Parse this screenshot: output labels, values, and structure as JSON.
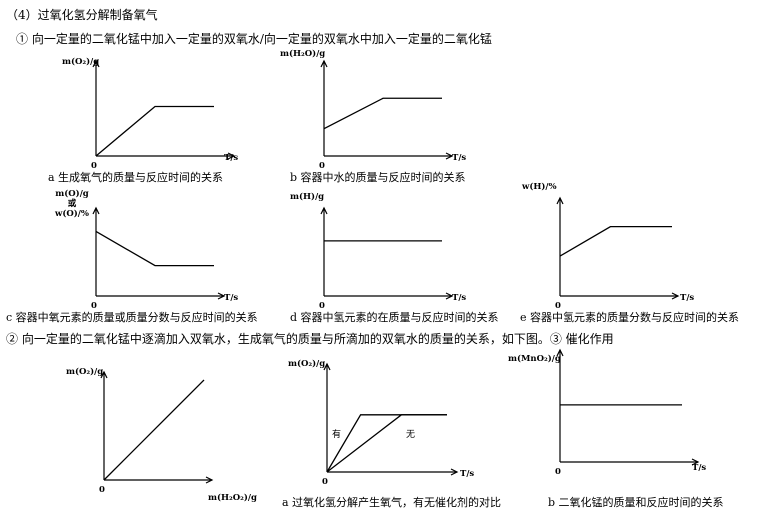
{
  "page": {
    "heading": "（4）过氧化氢分解制备氧气",
    "section1": "① 向一定量的二氧化锰中加入一定量的双氧水/向一定量的双氧水中加入一定量的二氧化锰",
    "section2": "② 向一定量的二氧化锰中逐滴加入双氧水，生成氧气的质量与所滴加的双氧水的质量的关系，如下图。③ 催化作用"
  },
  "chart_data": [
    {
      "id": "a",
      "type": "line",
      "ylabel": "m(O₂)/g",
      "xlabel": "T/s",
      "origin": "0",
      "caption": "a 生成氧气的质量与反应时间的关系",
      "xlim": [
        0,
        10
      ],
      "ylim": [
        0,
        10
      ],
      "series": [
        {
          "x": [
            0,
            5,
            10
          ],
          "y": [
            0,
            5.5,
            5.5
          ]
        }
      ]
    },
    {
      "id": "b",
      "type": "line",
      "ylabel": "m(H₂O)/g",
      "xlabel": "T/s",
      "origin": "0",
      "caption": "b 容器中水的质量与反应时间的关系",
      "xlim": [
        0,
        10
      ],
      "ylim": [
        0,
        10
      ],
      "series": [
        {
          "x": [
            0,
            5,
            10
          ],
          "y": [
            3.5,
            7.4,
            7.4
          ]
        }
      ]
    },
    {
      "id": "c",
      "type": "line",
      "ylabel_lines": [
        "m(O)/g",
        "或",
        "w(O)/%"
      ],
      "xlabel": "T/s",
      "origin": "0",
      "caption": "c 容器中氧元素的质量或质量分数与反应时间的关系",
      "xlim": [
        0,
        10
      ],
      "ylim": [
        0,
        10
      ],
      "series": [
        {
          "x": [
            0,
            5,
            10
          ],
          "y": [
            6.8,
            3.2,
            3.2
          ]
        }
      ]
    },
    {
      "id": "d",
      "type": "line",
      "ylabel": "m(H)/g",
      "xlabel": "T/s",
      "origin": "0",
      "caption": "d 容器中氢元素的在质量与反应时间的关系",
      "xlim": [
        0,
        10
      ],
      "ylim": [
        0,
        10
      ],
      "series": [
        {
          "x": [
            0,
            10
          ],
          "y": [
            5.8,
            5.8
          ]
        }
      ]
    },
    {
      "id": "e",
      "type": "line",
      "ylabel": "w(H)/%",
      "xlabel": "T/s",
      "origin": "0",
      "caption": "e 容器中氢元素的质量分数与反应时间的关系",
      "xlim": [
        0,
        10
      ],
      "ylim": [
        0,
        10
      ],
      "series": [
        {
          "x": [
            0,
            4.5,
            10
          ],
          "y": [
            4.2,
            7.3,
            7.3
          ]
        }
      ]
    },
    {
      "id": "f",
      "type": "line",
      "ylabel": "m(O₂)/g",
      "xlabel": "m(H₂O₂)/g",
      "origin": "0",
      "caption": "",
      "xlim": [
        0,
        10
      ],
      "ylim": [
        0,
        10
      ],
      "series": [
        {
          "x": [
            0,
            10
          ],
          "y": [
            0,
            10
          ]
        }
      ]
    },
    {
      "id": "g",
      "type": "line",
      "ylabel": "m(O₂)/g",
      "xlabel": "T/s",
      "origin": "0",
      "caption": "a 过氧化氢分解产生氧气，有无催化剂的对比",
      "xlim": [
        0,
        10
      ],
      "ylim": [
        0,
        10
      ],
      "series": [
        {
          "name": "有",
          "x": [
            0,
            2.8,
            10
          ],
          "y": [
            0,
            6.5,
            6.5
          ]
        },
        {
          "name": "无",
          "x": [
            0,
            6.2,
            10
          ],
          "y": [
            0,
            6.5,
            6.5
          ]
        }
      ]
    },
    {
      "id": "h",
      "type": "line",
      "ylabel": "m(MnO₂)/g",
      "xlabel": "T/s",
      "origin": "0",
      "caption": "b 二氧化锰的质量和反应时间的关系",
      "xlim": [
        0,
        10
      ],
      "ylim": [
        0,
        10
      ],
      "series": [
        {
          "x": [
            0,
            10
          ],
          "y": [
            5.6,
            5.6
          ]
        }
      ]
    }
  ]
}
